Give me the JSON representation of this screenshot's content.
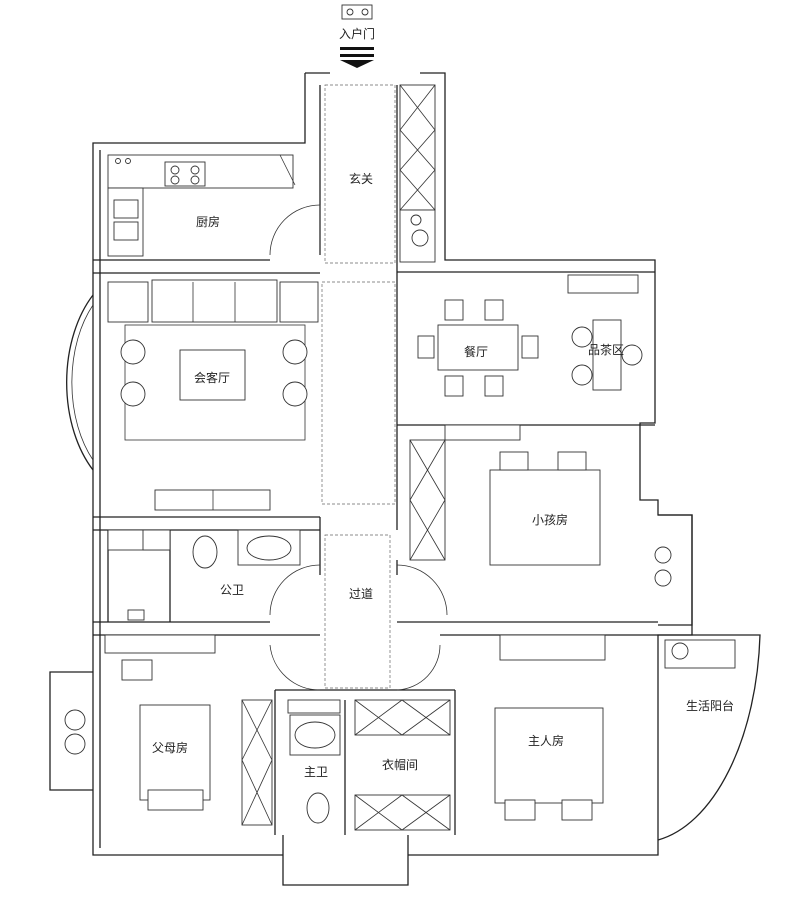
{
  "rooms": {
    "entry_door": "入户门",
    "foyer": "玄关",
    "kitchen": "厨房",
    "living": "会客厅",
    "dining": "餐厅",
    "tea": "品茶区",
    "kids": "小孩房",
    "public_bath": "公卫",
    "corridor": "过道",
    "utility_balcony": "生活阳台",
    "parents": "父母房",
    "master_bath": "主卫",
    "closet": "衣帽间",
    "master": "主人房"
  },
  "colors": {
    "wall": "#222222",
    "furniture": "#333333",
    "dash": "#666666"
  }
}
